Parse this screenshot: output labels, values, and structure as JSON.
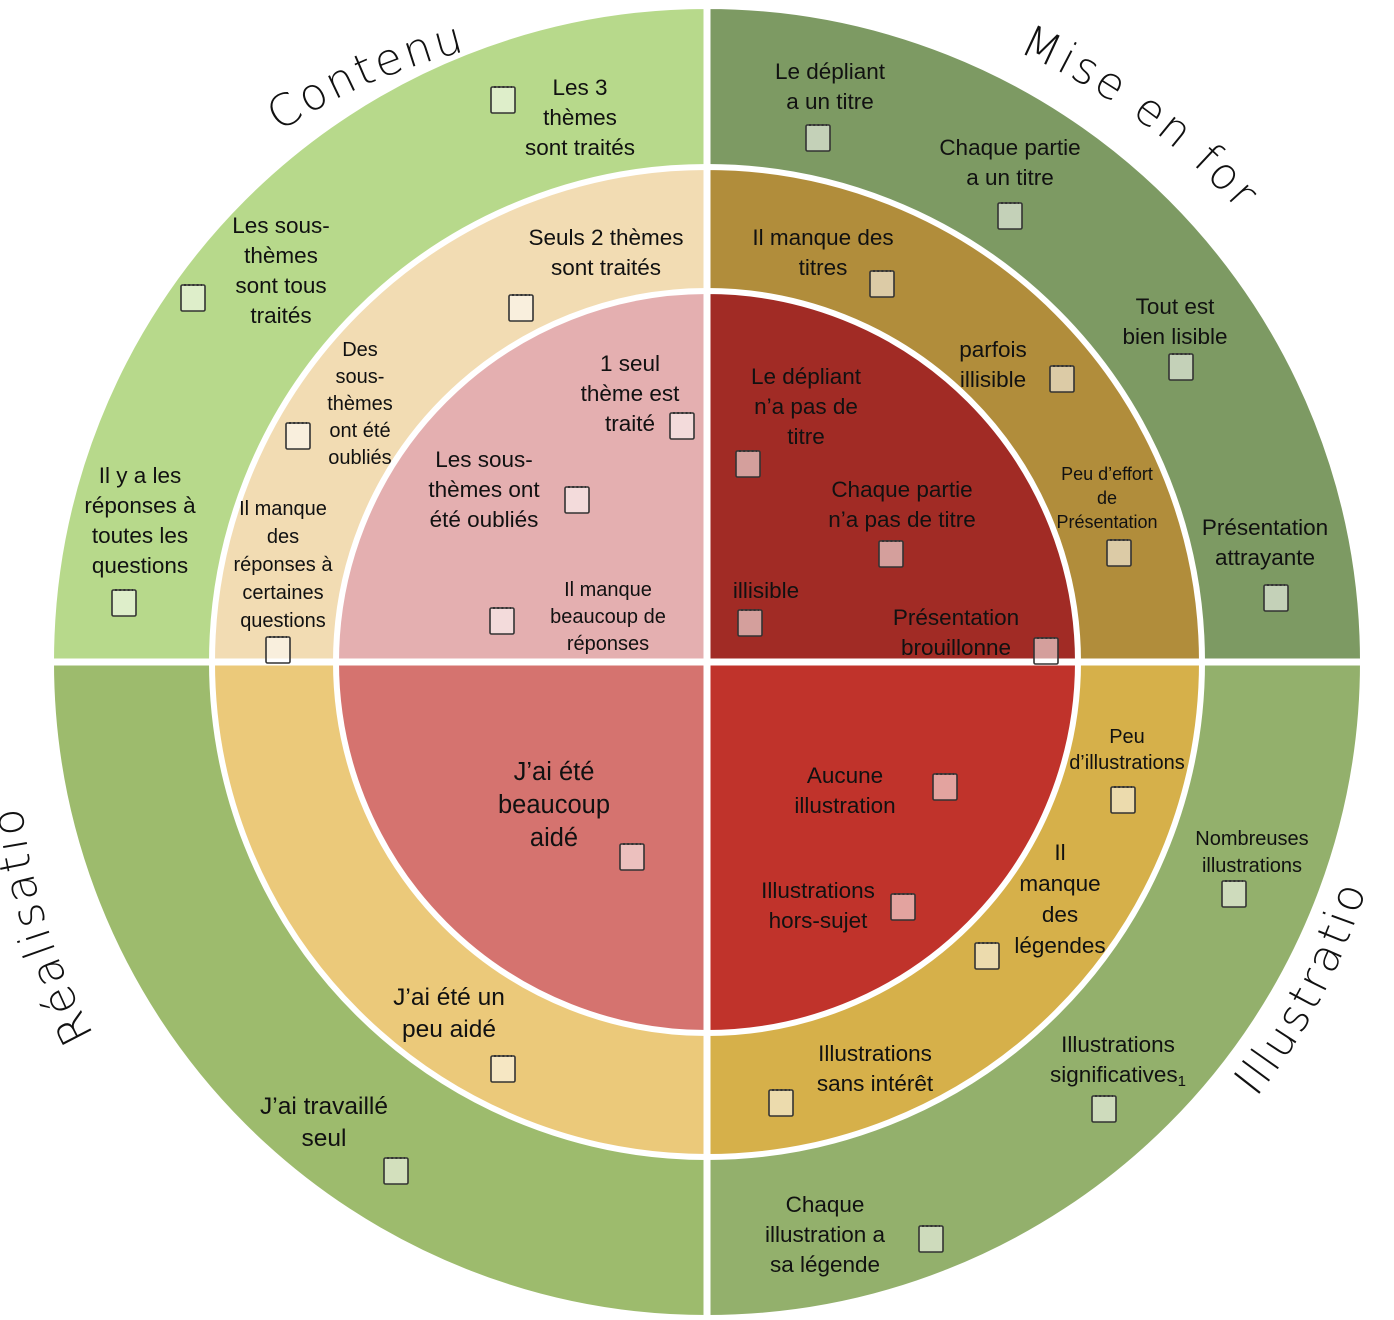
{
  "colors": {
    "contenu_outer": "#b7d98b",
    "contenu_middle": "#f2dcb3",
    "contenu_inner": "#e4afb0",
    "mise_outer": "#7d9a63",
    "mise_middle": "#b18d3b",
    "mise_inner": "#a12b25",
    "realisation_outer": "#9dbb6d",
    "realisation_middle": "#ebc97a",
    "realisation_inner": "#d5736f",
    "illustrations_outer": "#93b06c",
    "illustrations_middle": "#d6b04a",
    "illustrations_inner": "#c0332b",
    "divider": "#ffffff",
    "text": "#111111"
  },
  "categories": {
    "contenu": "Contenu",
    "mise_en_forme": "Mise en forme",
    "realisation": "Réalisation",
    "illustrations": "Illustrations"
  },
  "items": {
    "c_o1": {
      "lines": [
        "Les 3",
        "thèmes",
        "sont traités"
      ],
      "checked": false
    },
    "c_o2": {
      "lines": [
        "Les sous-",
        "thèmes",
        "sont tous",
        "traités"
      ],
      "checked": false
    },
    "c_o3": {
      "lines": [
        "Il y a les",
        "réponses à",
        "toutes les",
        "questions"
      ],
      "checked": false
    },
    "c_m1": {
      "lines": [
        "Seuls 2 thèmes",
        "sont traités"
      ],
      "checked": false
    },
    "c_m2": {
      "lines": [
        "Des",
        "sous-",
        "thèmes",
        "ont été",
        "oubliés"
      ],
      "checked": false
    },
    "c_m3": {
      "lines": [
        "Il manque",
        "des",
        "réponses à",
        "certaines",
        "questions"
      ],
      "checked": false
    },
    "c_i1": {
      "lines": [
        "1 seul",
        "thème est",
        "traité"
      ],
      "checked": false
    },
    "c_i2": {
      "lines": [
        "Les sous-",
        "thèmes ont",
        "été oubliés"
      ],
      "checked": false
    },
    "c_i3": {
      "lines": [
        "Il manque",
        "beaucoup de",
        "réponses"
      ],
      "checked": false
    },
    "m_o1": {
      "lines": [
        "Le dépliant",
        "a un titre"
      ],
      "checked": false
    },
    "m_o2": {
      "lines": [
        "Chaque partie",
        "a un titre"
      ],
      "checked": false
    },
    "m_o3": {
      "lines": [
        "Tout est",
        "bien lisible"
      ],
      "checked": false
    },
    "m_o4": {
      "lines": [
        "Présentation",
        "attrayante"
      ],
      "checked": false
    },
    "m_m1": {
      "lines": [
        "Il manque des",
        "titres"
      ],
      "checked": false
    },
    "m_m2": {
      "lines": [
        "parfois",
        "illisible"
      ],
      "checked": false
    },
    "m_m3": {
      "lines": [
        "Peu d’effort",
        "de",
        "Présentation"
      ],
      "checked": false
    },
    "m_i1": {
      "lines": [
        "Le dépliant",
        "n’a pas de",
        "titre"
      ],
      "checked": false
    },
    "m_i2": {
      "lines": [
        "Chaque partie",
        "n’a pas de  titre"
      ],
      "checked": false
    },
    "m_i3": {
      "lines": [
        "illisible"
      ],
      "checked": false
    },
    "m_i4": {
      "lines": [
        "Présentation",
        "brouillonne"
      ],
      "checked": false
    },
    "r_o1": {
      "lines": [
        "J’ai travaillé",
        "seul"
      ],
      "checked": false
    },
    "r_m1": {
      "lines": [
        "J’ai été un",
        "peu aidé"
      ],
      "checked": false
    },
    "r_i1": {
      "lines": [
        "J’ai été",
        "beaucoup",
        "aidé"
      ],
      "checked": false
    },
    "i_o1": {
      "lines": [
        "Nombreuses",
        "illustrations"
      ],
      "checked": false
    },
    "i_o2": {
      "lines": [
        "Illustrations",
        "significatives"
      ],
      "suffix": "1",
      "checked": false
    },
    "i_o3": {
      "lines": [
        "Chaque",
        "illustration a",
        "sa légende"
      ],
      "checked": false
    },
    "i_m1": {
      "lines": [
        "Peu",
        "d’illustrations"
      ],
      "checked": false
    },
    "i_m2": {
      "lines": [
        "Il",
        "manque",
        "des",
        "légendes"
      ],
      "checked": false
    },
    "i_m3": {
      "lines": [
        "Illustrations",
        "sans intérêt"
      ],
      "checked": false
    },
    "i_i1": {
      "lines": [
        "Aucune",
        "illustration"
      ],
      "checked": false
    },
    "i_i2": {
      "lines": [
        "Illustrations",
        "hors-sujet"
      ],
      "checked": false
    }
  }
}
